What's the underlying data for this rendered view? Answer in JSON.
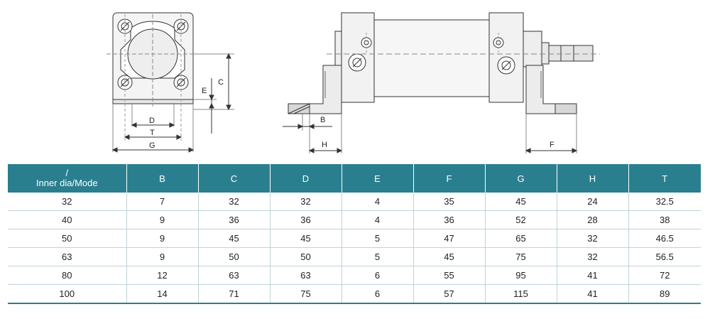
{
  "drawing": {
    "front_view_labels": {
      "d": "D",
      "t": "T",
      "g": "G",
      "e": "E",
      "c": "C"
    },
    "side_view_labels": {
      "b": "B",
      "h": "H",
      "f": "F"
    }
  },
  "table": {
    "header_slash": "/",
    "columns": [
      "Inner dia/Mode",
      "B",
      "C",
      "D",
      "E",
      "F",
      "G",
      "H",
      "T"
    ],
    "rows": [
      [
        "32",
        "7",
        "32",
        "32",
        "4",
        "35",
        "45",
        "24",
        "32.5"
      ],
      [
        "40",
        "9",
        "36",
        "36",
        "4",
        "36",
        "52",
        "28",
        "38"
      ],
      [
        "50",
        "9",
        "45",
        "45",
        "5",
        "47",
        "65",
        "32",
        "46.5"
      ],
      [
        "63",
        "9",
        "50",
        "50",
        "5",
        "45",
        "75",
        "32",
        "56.5"
      ],
      [
        "80",
        "12",
        "63",
        "63",
        "6",
        "55",
        "95",
        "41",
        "72"
      ],
      [
        "100",
        "14",
        "71",
        "75",
        "6",
        "57",
        "115",
        "41",
        "89"
      ]
    ]
  },
  "colors": {
    "header_bg": "#2a7f8f",
    "header_text": "#ffffff",
    "body_text": "#222222",
    "rule": "#bfd3d8"
  }
}
